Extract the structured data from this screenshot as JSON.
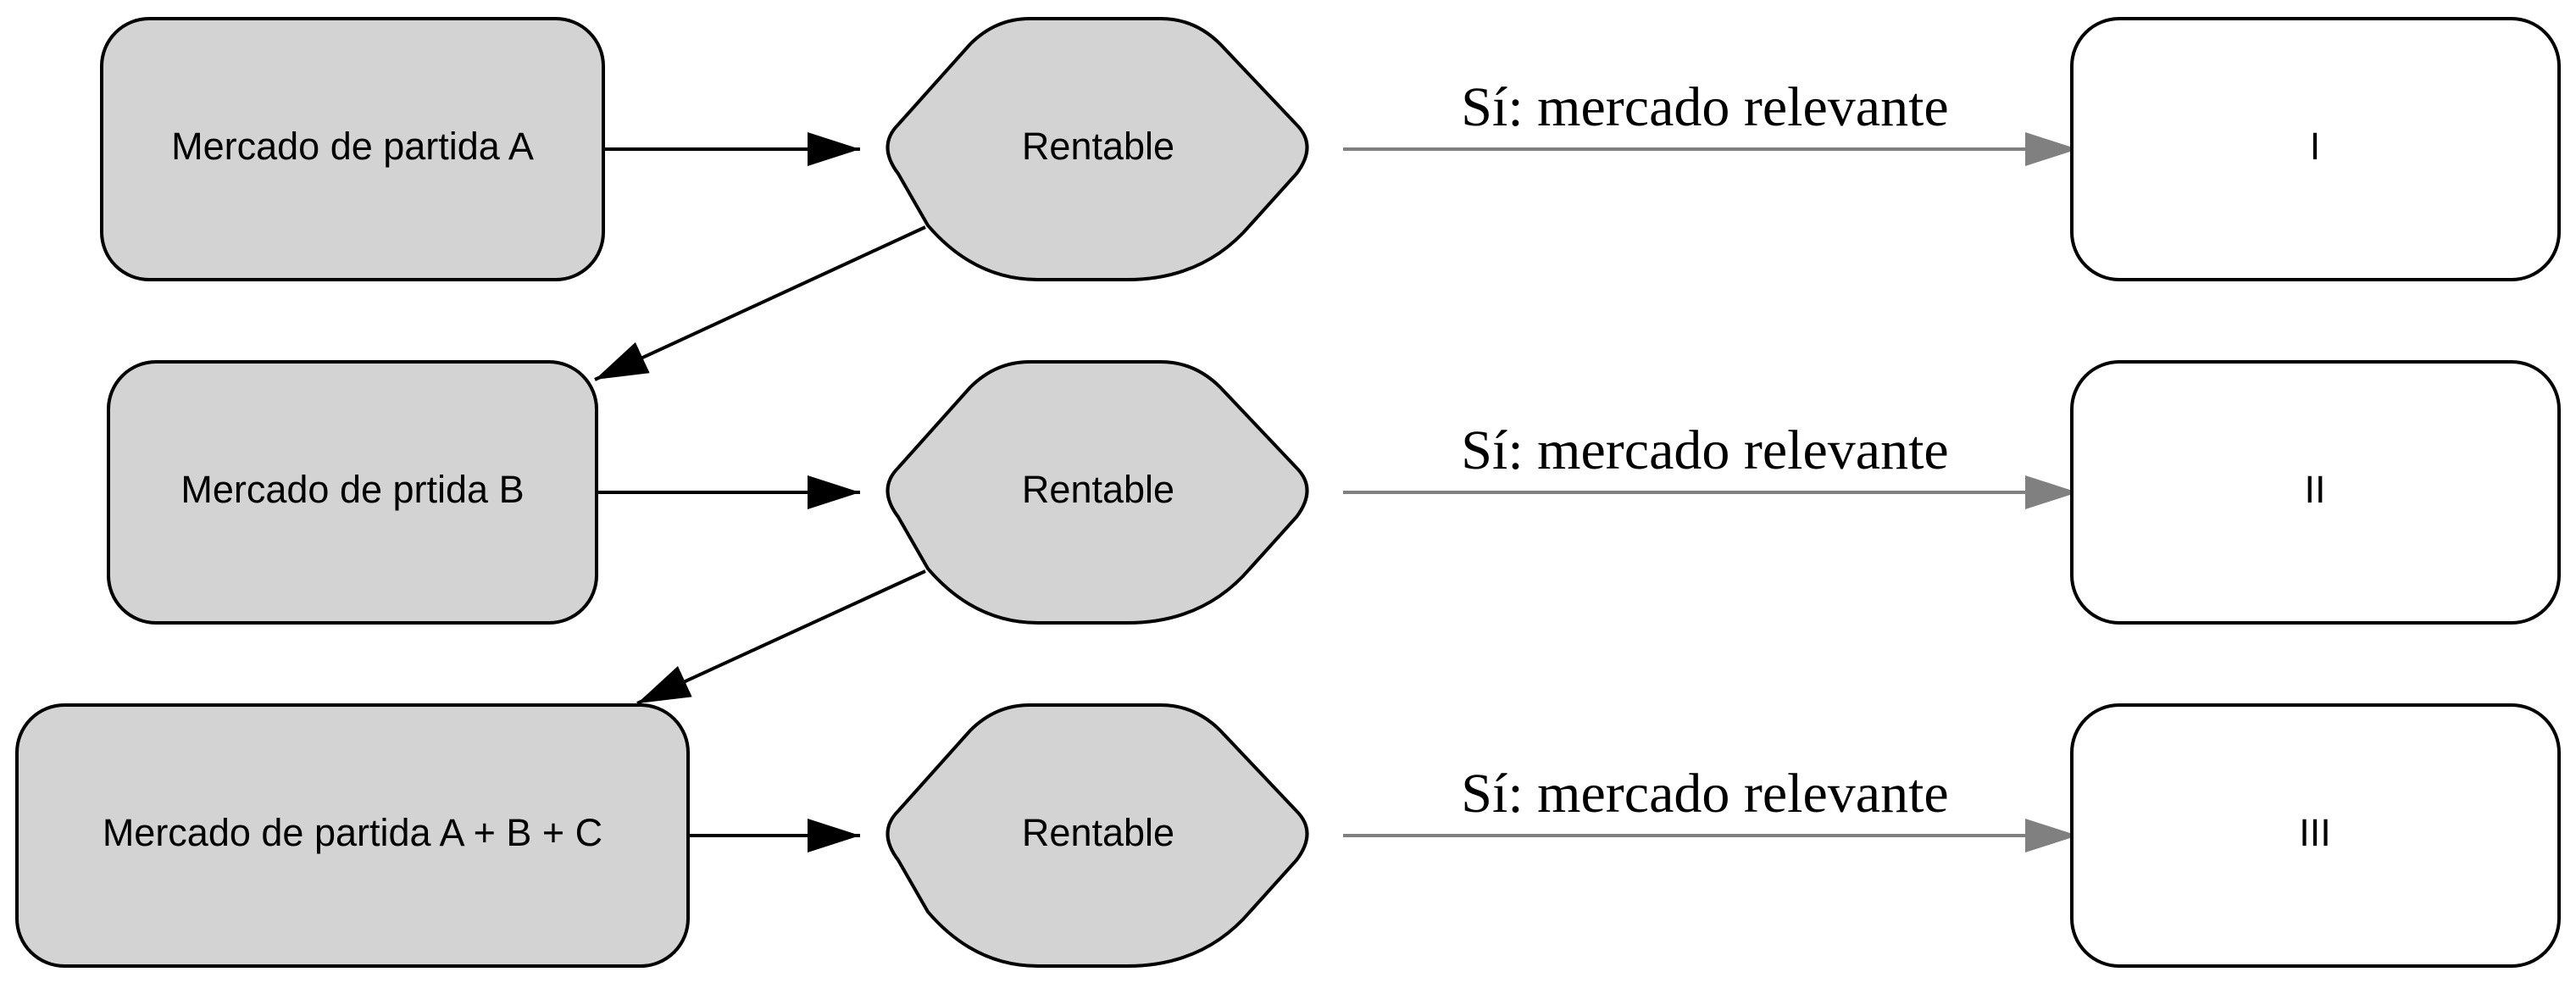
{
  "colors": {
    "node_fill_gray": "#d3d3d3",
    "node_fill_white": "#ffffff",
    "stroke": "#000000",
    "edge_gray": "#808080"
  },
  "markets": [
    {
      "label": "Mercado de partida A"
    },
    {
      "label": "Mercado de prtida B"
    },
    {
      "label": "Mercado de partida A + B + C"
    }
  ],
  "checks": [
    {
      "label": "Rentable"
    },
    {
      "label": "Rentable"
    },
    {
      "label": "Rentable"
    }
  ],
  "yes_edges": [
    {
      "label": "Sí: mercado relevante"
    },
    {
      "label": "Sí: mercado relevante"
    },
    {
      "label": "Sí: mercado relevante"
    }
  ],
  "results": [
    {
      "label": "I"
    },
    {
      "label": "II"
    },
    {
      "label": "III"
    }
  ]
}
